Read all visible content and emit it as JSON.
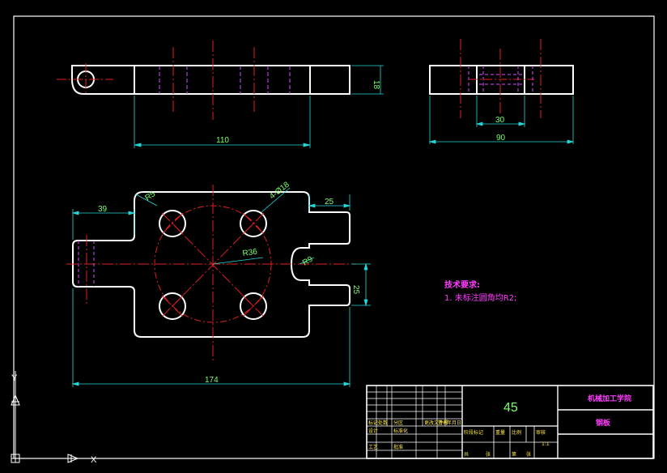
{
  "drawing": {
    "dimensions": {
      "top_length": "110",
      "top_height": "18",
      "side_inner": "30",
      "side_width": "90",
      "left_offset": "39",
      "right_tab": "25",
      "fillet": "R5",
      "holes": "4-Ø18",
      "bolt_circle": "R36",
      "slot_radius": "R9",
      "slot_offset": "25",
      "overall_length": "174"
    },
    "notes": {
      "heading": "技术要求:",
      "item1": "1. 未标注圆角均R2;"
    },
    "title_block": {
      "material": "45",
      "school": "机械加工学院",
      "part_name": "钢板",
      "scale": "1:1",
      "small_labels": [
        "标记",
        "处数",
        "分区",
        "更改文件号",
        "签名",
        "年月日",
        "设计",
        "标准化",
        "阶段标记",
        "重量",
        "比例",
        "审核",
        "工艺",
        "批准",
        "共",
        "张",
        "第",
        "张"
      ]
    },
    "ucs": {
      "x_label": "X",
      "y_label": "Y"
    }
  },
  "colors": {
    "outline": "#ffffff",
    "center": "#e0201f",
    "hidden": "#d94cff",
    "dim": "#25d6d6",
    "text": "#7dff6a"
  }
}
